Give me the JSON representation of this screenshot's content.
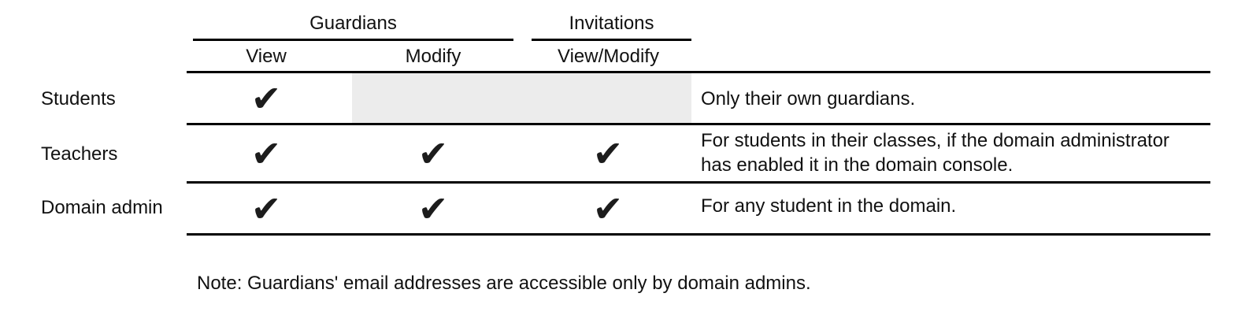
{
  "table": {
    "group_headers": [
      {
        "label": "Guardians"
      },
      {
        "label": "Invitations"
      }
    ],
    "column_headers": [
      {
        "label": "View"
      },
      {
        "label": "Modify"
      },
      {
        "label": "View/Modify"
      }
    ],
    "check_glyph": "✔",
    "rows": [
      {
        "label": "Students",
        "checks": {
          "view": true,
          "modify": false,
          "view_modify": false
        },
        "note_lines": [
          "Only their own guardians."
        ]
      },
      {
        "label": "Teachers",
        "checks": {
          "view": true,
          "modify": true,
          "view_modify": true
        },
        "note_lines": [
          "For students in their classes, if the domain administrator",
          "has enabled it in the domain console."
        ]
      },
      {
        "label": "Domain admin",
        "checks": {
          "view": true,
          "modify": true,
          "view_modify": true
        },
        "note_lines": [
          "For any student in the domain."
        ]
      }
    ]
  },
  "footnote": "Note: Guardians' email addresses are accessible only by domain admins.",
  "colors": {
    "background": "#ffffff",
    "text": "#111111",
    "line": "#000000",
    "disabled_cell_bg": "#ececec",
    "check": "#1c1c1c"
  }
}
